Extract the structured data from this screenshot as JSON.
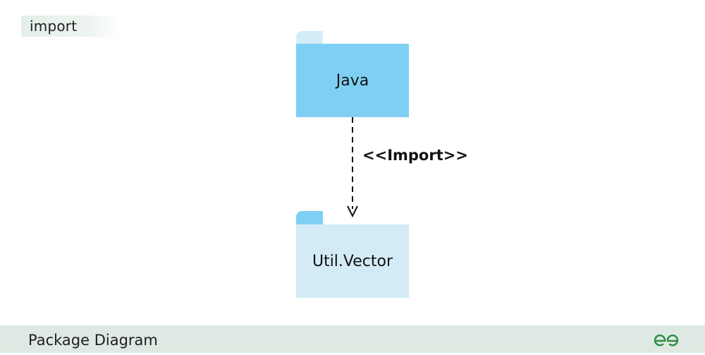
{
  "tag": {
    "label": "import"
  },
  "diagram": {
    "source_package": {
      "name": "Java"
    },
    "target_package": {
      "name": "Util.Vector"
    },
    "relationship": {
      "label": "<<Import>>",
      "line_style": "dashed",
      "arrowhead": "open-arrow"
    }
  },
  "footer": {
    "title": "Package Diagram",
    "logo_icon": "geeksforgeeks-logo-icon"
  },
  "colors": {
    "source_fill": "#7ecff3",
    "source_tab": "#d3edf8",
    "target_fill": "#d3ebf7",
    "target_tab": "#7ecff3",
    "tag_background": "#e3efe8",
    "footer_background": "#dfe9e3",
    "logo_green": "#2f8d46"
  }
}
